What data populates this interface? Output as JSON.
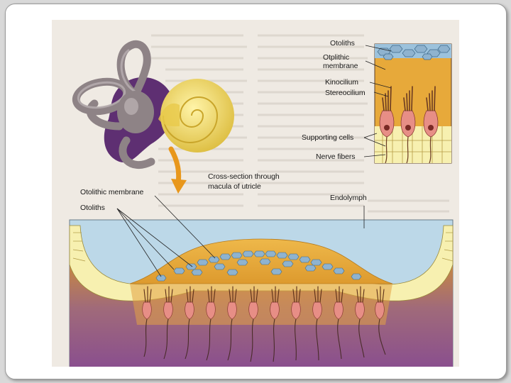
{
  "labels": {
    "otoliths_inset": "Otoliths",
    "otolithic_membrane_inset_line1": "Otplithic",
    "otolithic_membrane_inset_line2": "membrane",
    "kinocilium": "Kinocilium",
    "stereocilium": "Stereocilium",
    "supporting_cells": "Supporting cells",
    "nerve_fibers": "Nerve fibers",
    "cross_section_line1": "Cross-section through",
    "cross_section_line2": "macula of utricle",
    "otolithic_membrane_main": "Otolithic membrane",
    "otoliths_main": "Otoliths",
    "endolymph": "Endolymph"
  },
  "colors": {
    "endolymph_fluid": "#bcd8e8",
    "gel_layer": "#e7a93a",
    "otolith_crystals": "#8fb3cf",
    "hair_cells": "#e78e86",
    "supporting_cells": "#f7f0b0",
    "tissue": "#8e4f8e",
    "cochlea": "#f0d85e",
    "canals": "#8e8386"
  },
  "icons": {
    "pointer_arrow": "orange-curved-arrow-icon"
  }
}
